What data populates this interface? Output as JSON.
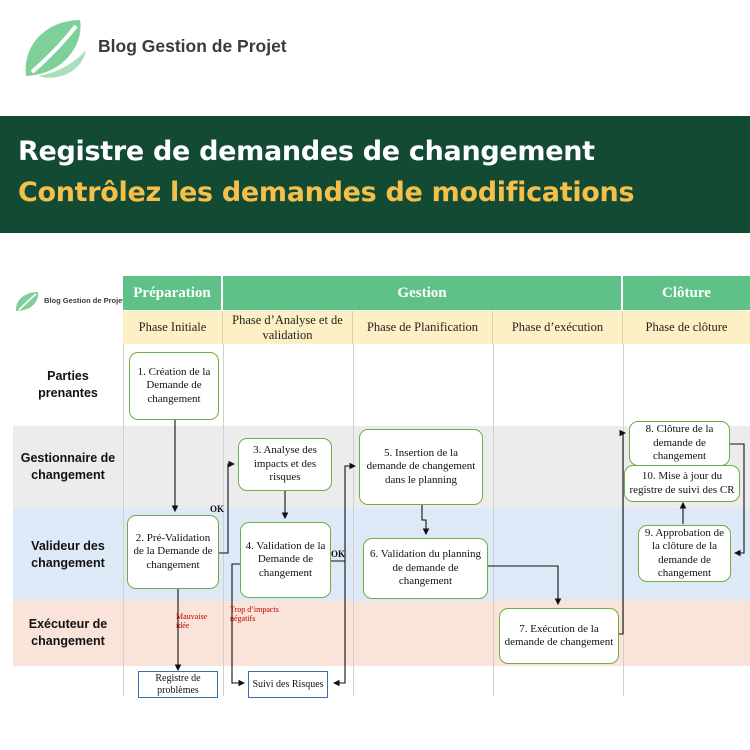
{
  "brand": {
    "name": "Blog Gestion de Projet"
  },
  "banner": {
    "title": "Registre de demandes de changement",
    "subtitle": "Contrôlez les demandes de modifications"
  },
  "diagram": {
    "brand": "Blog Gestion de Projet",
    "phases": {
      "preparation": "Préparation",
      "gestion": "Gestion",
      "cloture": "Clôture"
    },
    "subphases": [
      "Phase Initiale",
      "Phase d’Analyse et de validation",
      "Phase de Planification",
      "Phase d’exécution",
      "Phase de clôture"
    ],
    "lanes": [
      "Parties prenantes",
      "Gestionnaire de changement",
      "Valideur des changement",
      "Exécuteur de changement"
    ],
    "steps": {
      "s1": "1. Création de la Demande de changement",
      "s2": "2. Pré-Validation de la Demande de changement",
      "s3": "3. Analyse des impacts et des risques",
      "s4": "4. Validation de la Demande de changement",
      "s5": "5. Insertion de la demande de changement dans le planning",
      "s6": "6. Validation du planning de demande de changement",
      "s7": "7. Exécution de la demande de changement",
      "s8": "8. Clôture de la demande de changement",
      "s9": "9. Approbation de la clôture de la demande de changement",
      "s10": "10. Mise à jour du registre de suivi des CR"
    },
    "registers": {
      "problems": "Registre de problèmes",
      "risks": "Suivi des Risques"
    },
    "labels": {
      "ok1": "OK",
      "ok2": "OK",
      "bad_idea": "Mauvaise idée",
      "too_many_impacts": "Trop d’impacts négatifs"
    },
    "colors": {
      "header_green": "#5fc187",
      "subheader_yellow": "#fdf0c4",
      "lane_gray": "#ececec",
      "lane_blue": "#dde9f6",
      "lane_peach": "#fae3d8",
      "box_border": "#70ad47",
      "register_border": "#3c6fb0",
      "banner": "#124a33",
      "subtitle_yellow": "#f5c04a"
    }
  }
}
